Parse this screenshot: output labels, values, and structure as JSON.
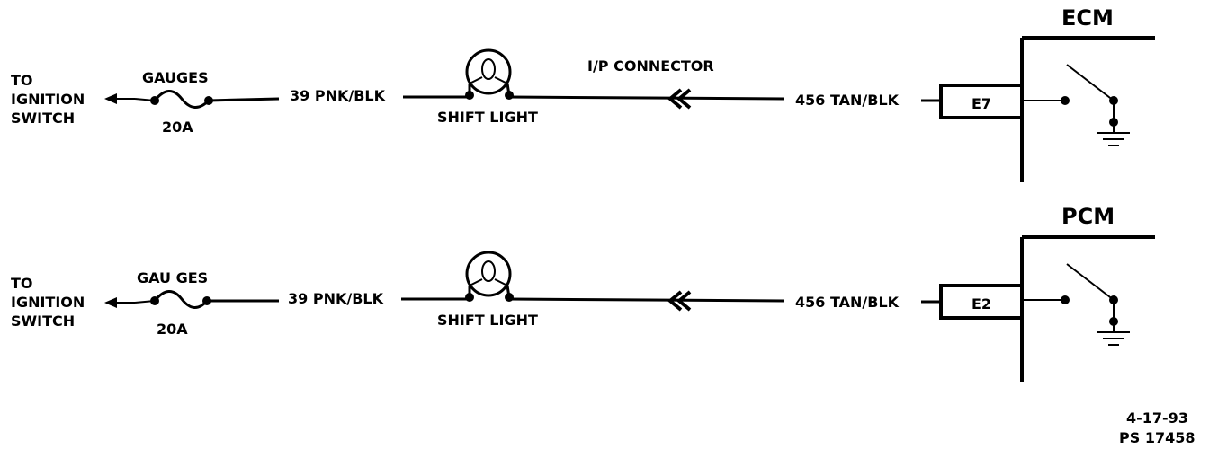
{
  "circuits": [
    {
      "module": "ECM",
      "to_label_1": "TO",
      "to_label_2": "IGNITION",
      "to_label_3": "SWITCH",
      "fuse_name": "GAUGES",
      "fuse_rating": "20A",
      "wire_1": "39 PNK/BLK",
      "lamp_label": "SHIFT LIGHT",
      "connector_label": "I/P CONNECTOR",
      "wire_2": "456 TAN/BLK",
      "terminal": "E7"
    },
    {
      "module": "PCM",
      "to_label_1": "TO",
      "to_label_2": "IGNITION",
      "to_label_3": "SWITCH",
      "fuse_name": "GAU GES",
      "fuse_rating": "20A",
      "wire_1": "39 PNK/BLK",
      "lamp_label": "SHIFT LIGHT",
      "wire_2": "456 TAN/BLK",
      "terminal": "E2"
    }
  ],
  "footer": {
    "date": "4-17-93",
    "ref": "PS 17458"
  }
}
